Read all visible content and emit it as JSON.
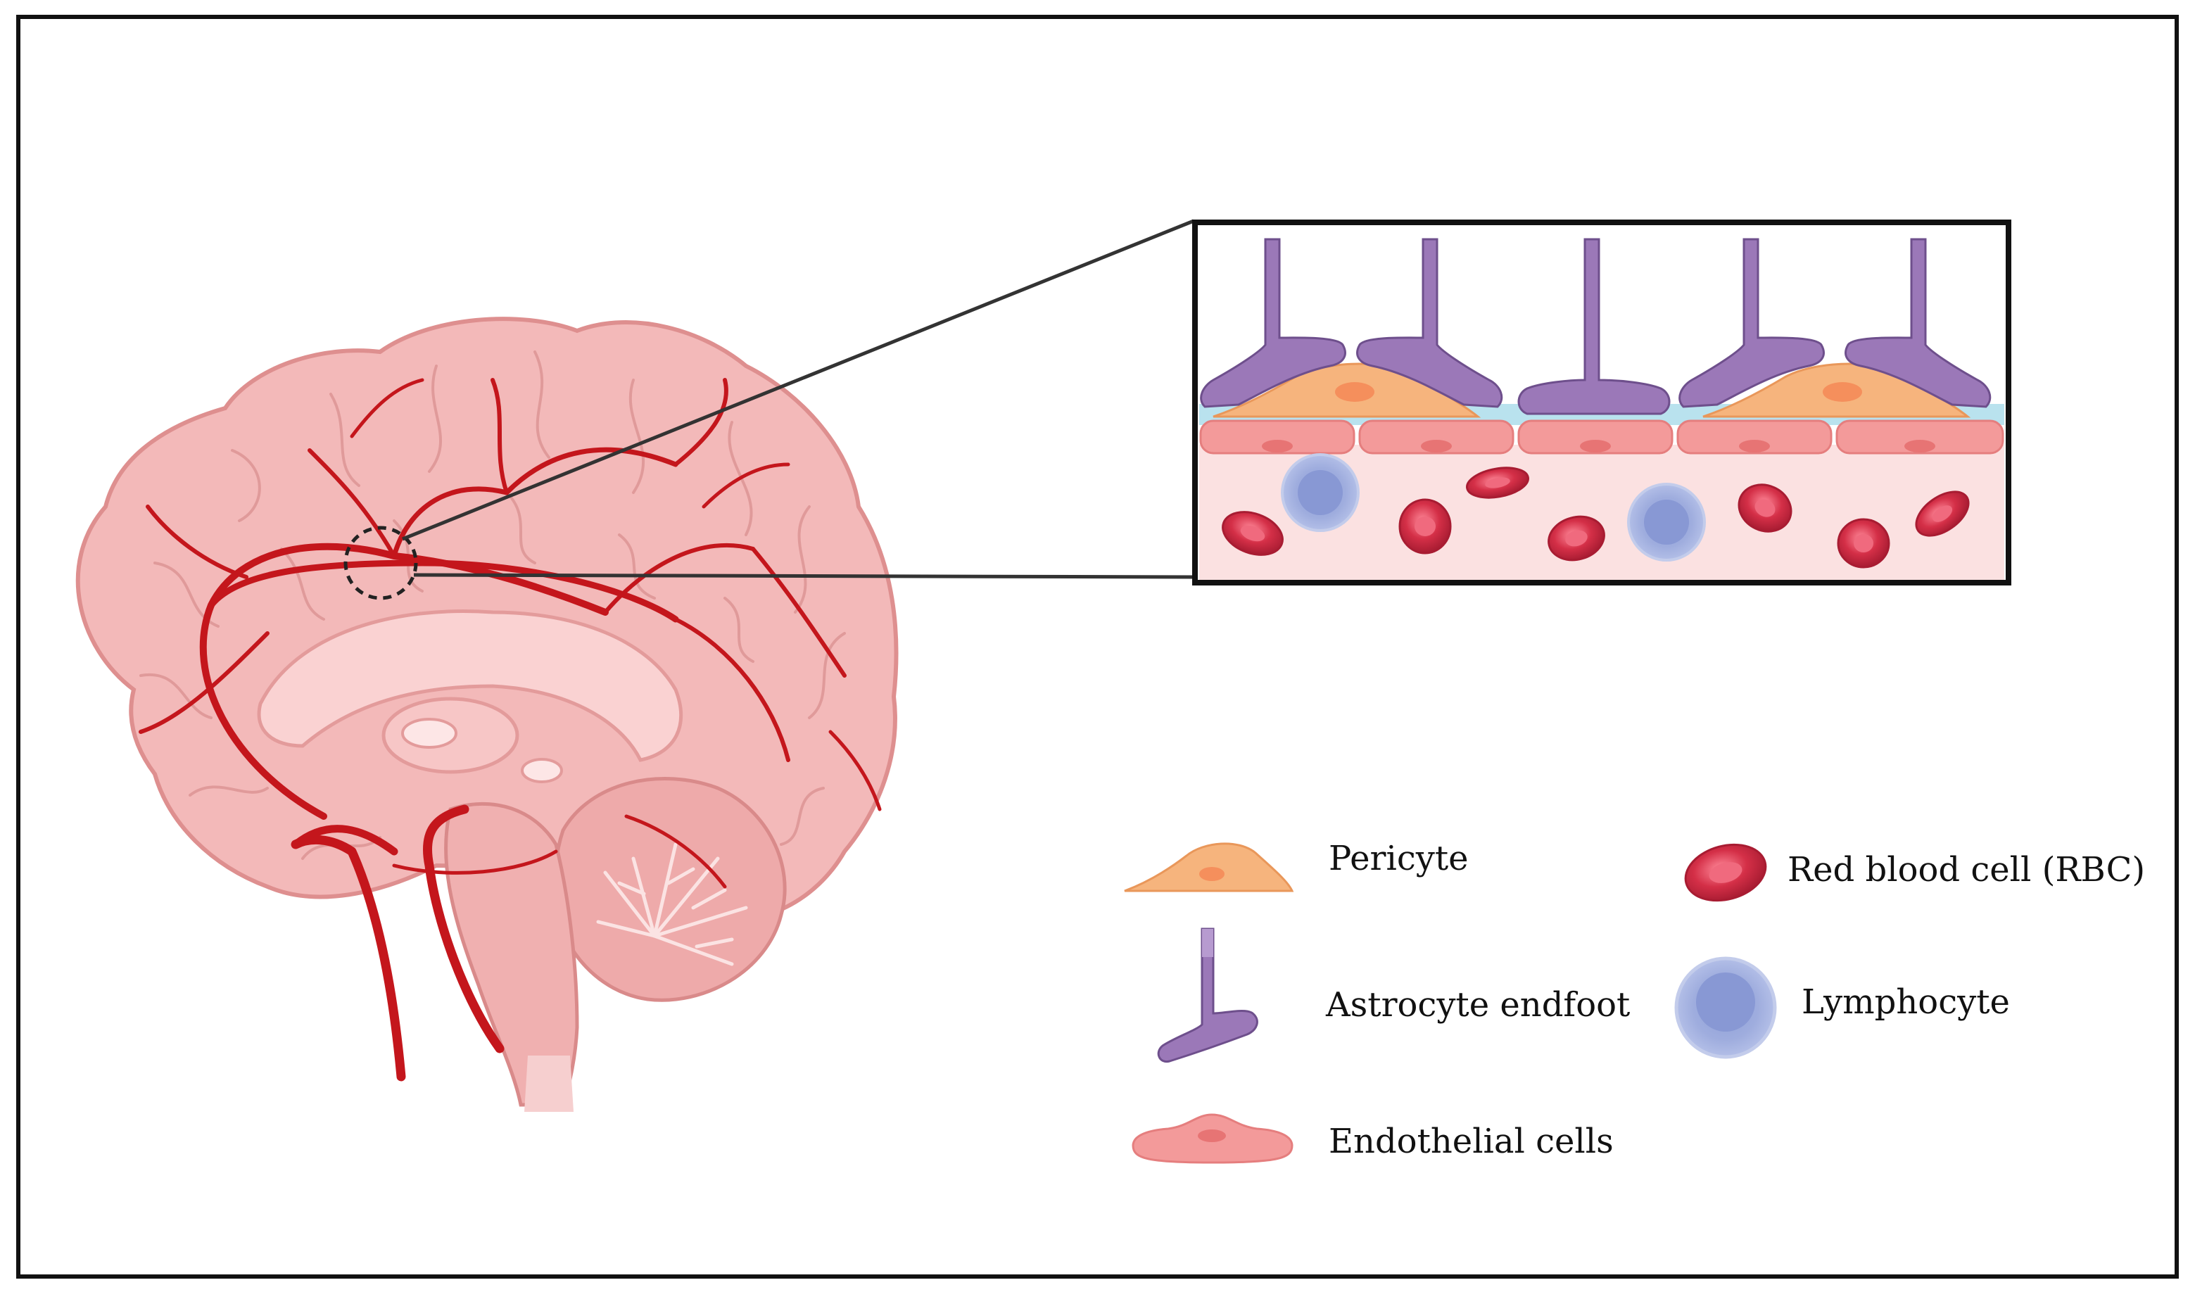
{
  "legend": {
    "pericyte": "Pericyte",
    "astrocyte_endfoot": "Astrocyte endfoot",
    "endothelial_cells": "Endothelial cells",
    "rbc": "Red blood cell (RBC)",
    "lymphocyte": "Lymphocyte"
  },
  "colors": {
    "brain_fill": "#f2b7b7",
    "brain_stroke": "#d98a8a",
    "vessel": "#c4161c",
    "astrocyte": "#9b78b8",
    "astrocyte_stroke": "#6e4f8c",
    "pericyte": "#f6b47d",
    "pericyte_nucleus": "#f58f5c",
    "basement_membrane": "#b9e2ee",
    "endothelial": "#f39a9a",
    "lumen": "#fbe1e1",
    "rbc": "#d42f47",
    "lymphocyte": "#a9b6e0"
  }
}
